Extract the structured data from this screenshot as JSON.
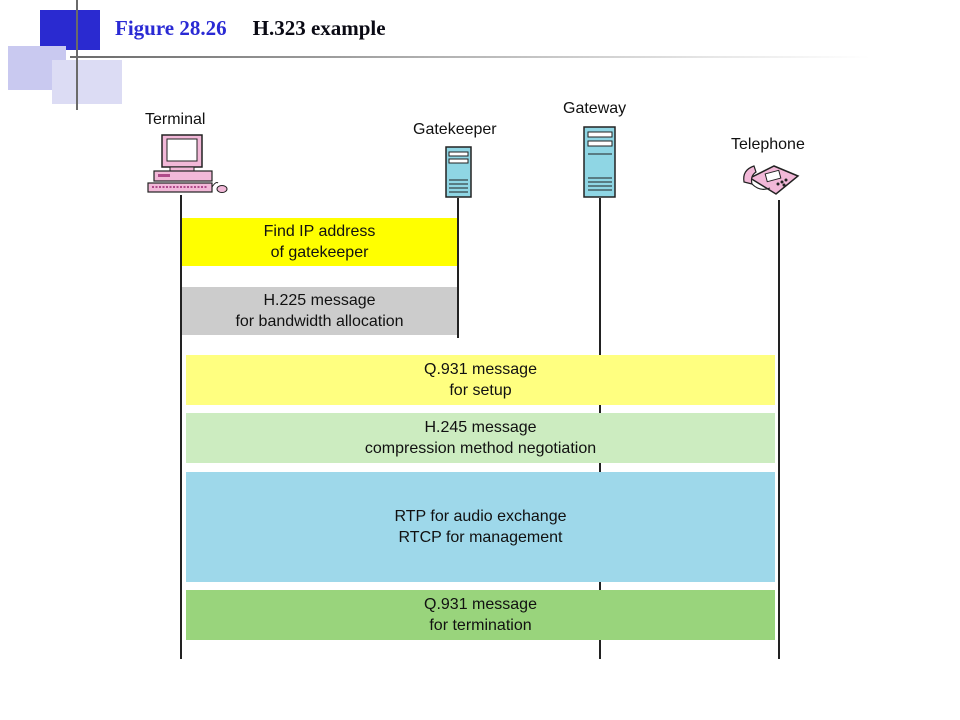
{
  "title": {
    "figure": "Figure 28.26",
    "caption": "H.323 example"
  },
  "actors": {
    "terminal": "Terminal",
    "gatekeeper": "Gatekeeper",
    "gateway": "Gateway",
    "telephone": "Telephone"
  },
  "messages": [
    {
      "line1": "Find IP address",
      "line2": "of gatekeeper",
      "color": "#ffff00"
    },
    {
      "line1": "H.225 message",
      "line2": "for bandwidth allocation",
      "color": "#cccccc"
    },
    {
      "line1": "Q.931 message",
      "line2": "for setup",
      "color": "#ffff80"
    },
    {
      "line1": "H.245 message",
      "line2": "compression method negotiation",
      "color": "#ccecc0"
    },
    {
      "line1": "RTP for audio exchange",
      "line2": "RTCP for management",
      "color": "#9ed8ea"
    },
    {
      "line1": "Q.931 message",
      "line2": "for termination",
      "color": "#99d47c"
    }
  ],
  "icons": {
    "terminal": "computer-terminal-icon",
    "gatekeeper": "server-tower-icon",
    "gateway": "server-tower-icon",
    "telephone": "telephone-icon"
  }
}
